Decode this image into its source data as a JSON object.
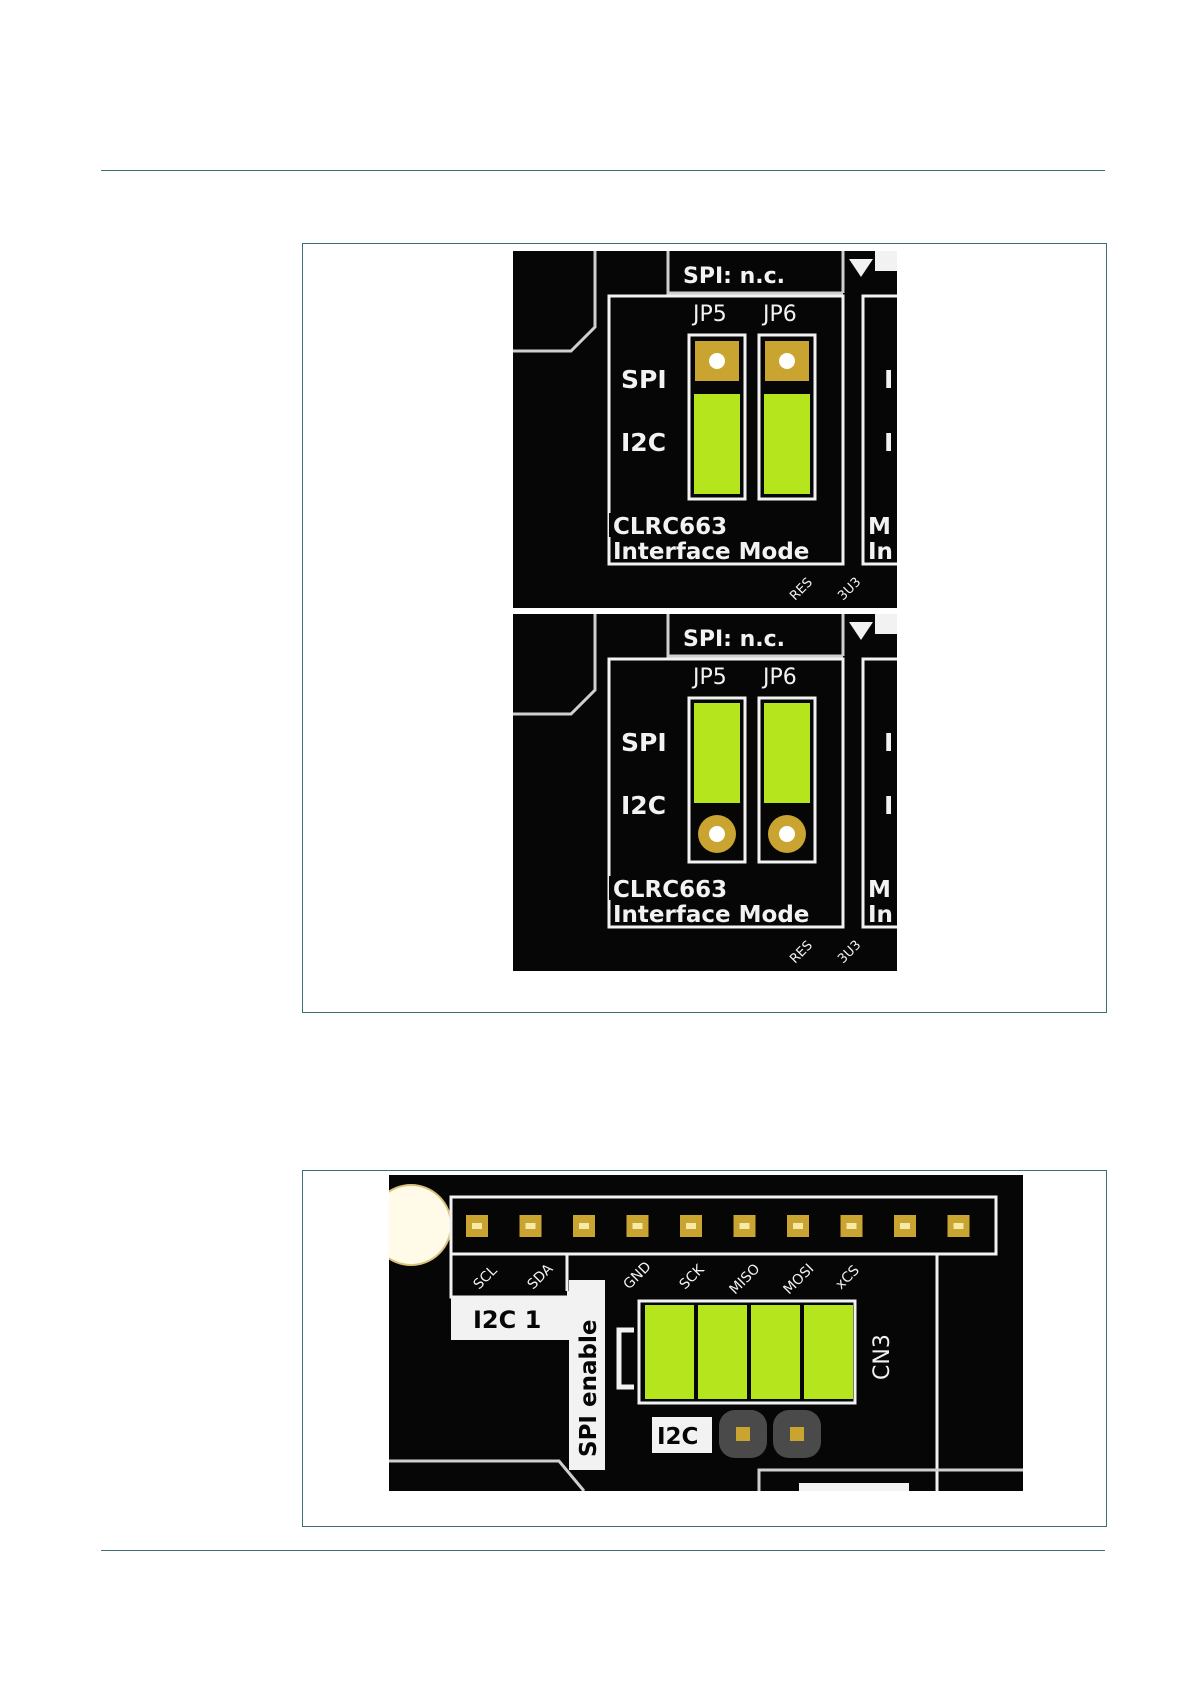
{
  "figure1": {
    "top_panel": {
      "header_text": "SPI: n.c.",
      "jumper_labels": [
        "JP5",
        "JP6"
      ],
      "row_labels": [
        "SPI",
        "I2C"
      ],
      "footer_lines": [
        "CLRC663",
        "Interface Mode"
      ],
      "bottom_labels": [
        "RES",
        "3U3"
      ],
      "right_partial_labels": [
        "I",
        "I",
        "M",
        "In"
      ],
      "jumper_position": "I2C"
    },
    "bottom_panel": {
      "header_text": "SPI: n.c.",
      "jumper_labels": [
        "JP5",
        "JP6"
      ],
      "row_labels": [
        "SPI",
        "I2C"
      ],
      "footer_lines": [
        "CLRC663",
        "Interface Mode"
      ],
      "bottom_labels": [
        "RES",
        "3U3"
      ],
      "right_partial_labels": [
        "I",
        "I",
        "M",
        "In"
      ],
      "jumper_position": "SPI"
    }
  },
  "figure2": {
    "pin_labels": [
      "SCL",
      "SDA",
      "GND",
      "SCK",
      "MISO",
      "MOSI",
      "xCS"
    ],
    "i2c1_label": "I2C 1",
    "spi_enable_label": "SPI enable",
    "connector_label": "CN3",
    "i2c_label": "I2C",
    "header_pin_count": 10
  },
  "colors": {
    "pcb": "#060606",
    "silkscreen": "#f2f2f2",
    "jumper": "#b5e61d",
    "pad": "#c9a431",
    "rule": "#3f6f73"
  }
}
